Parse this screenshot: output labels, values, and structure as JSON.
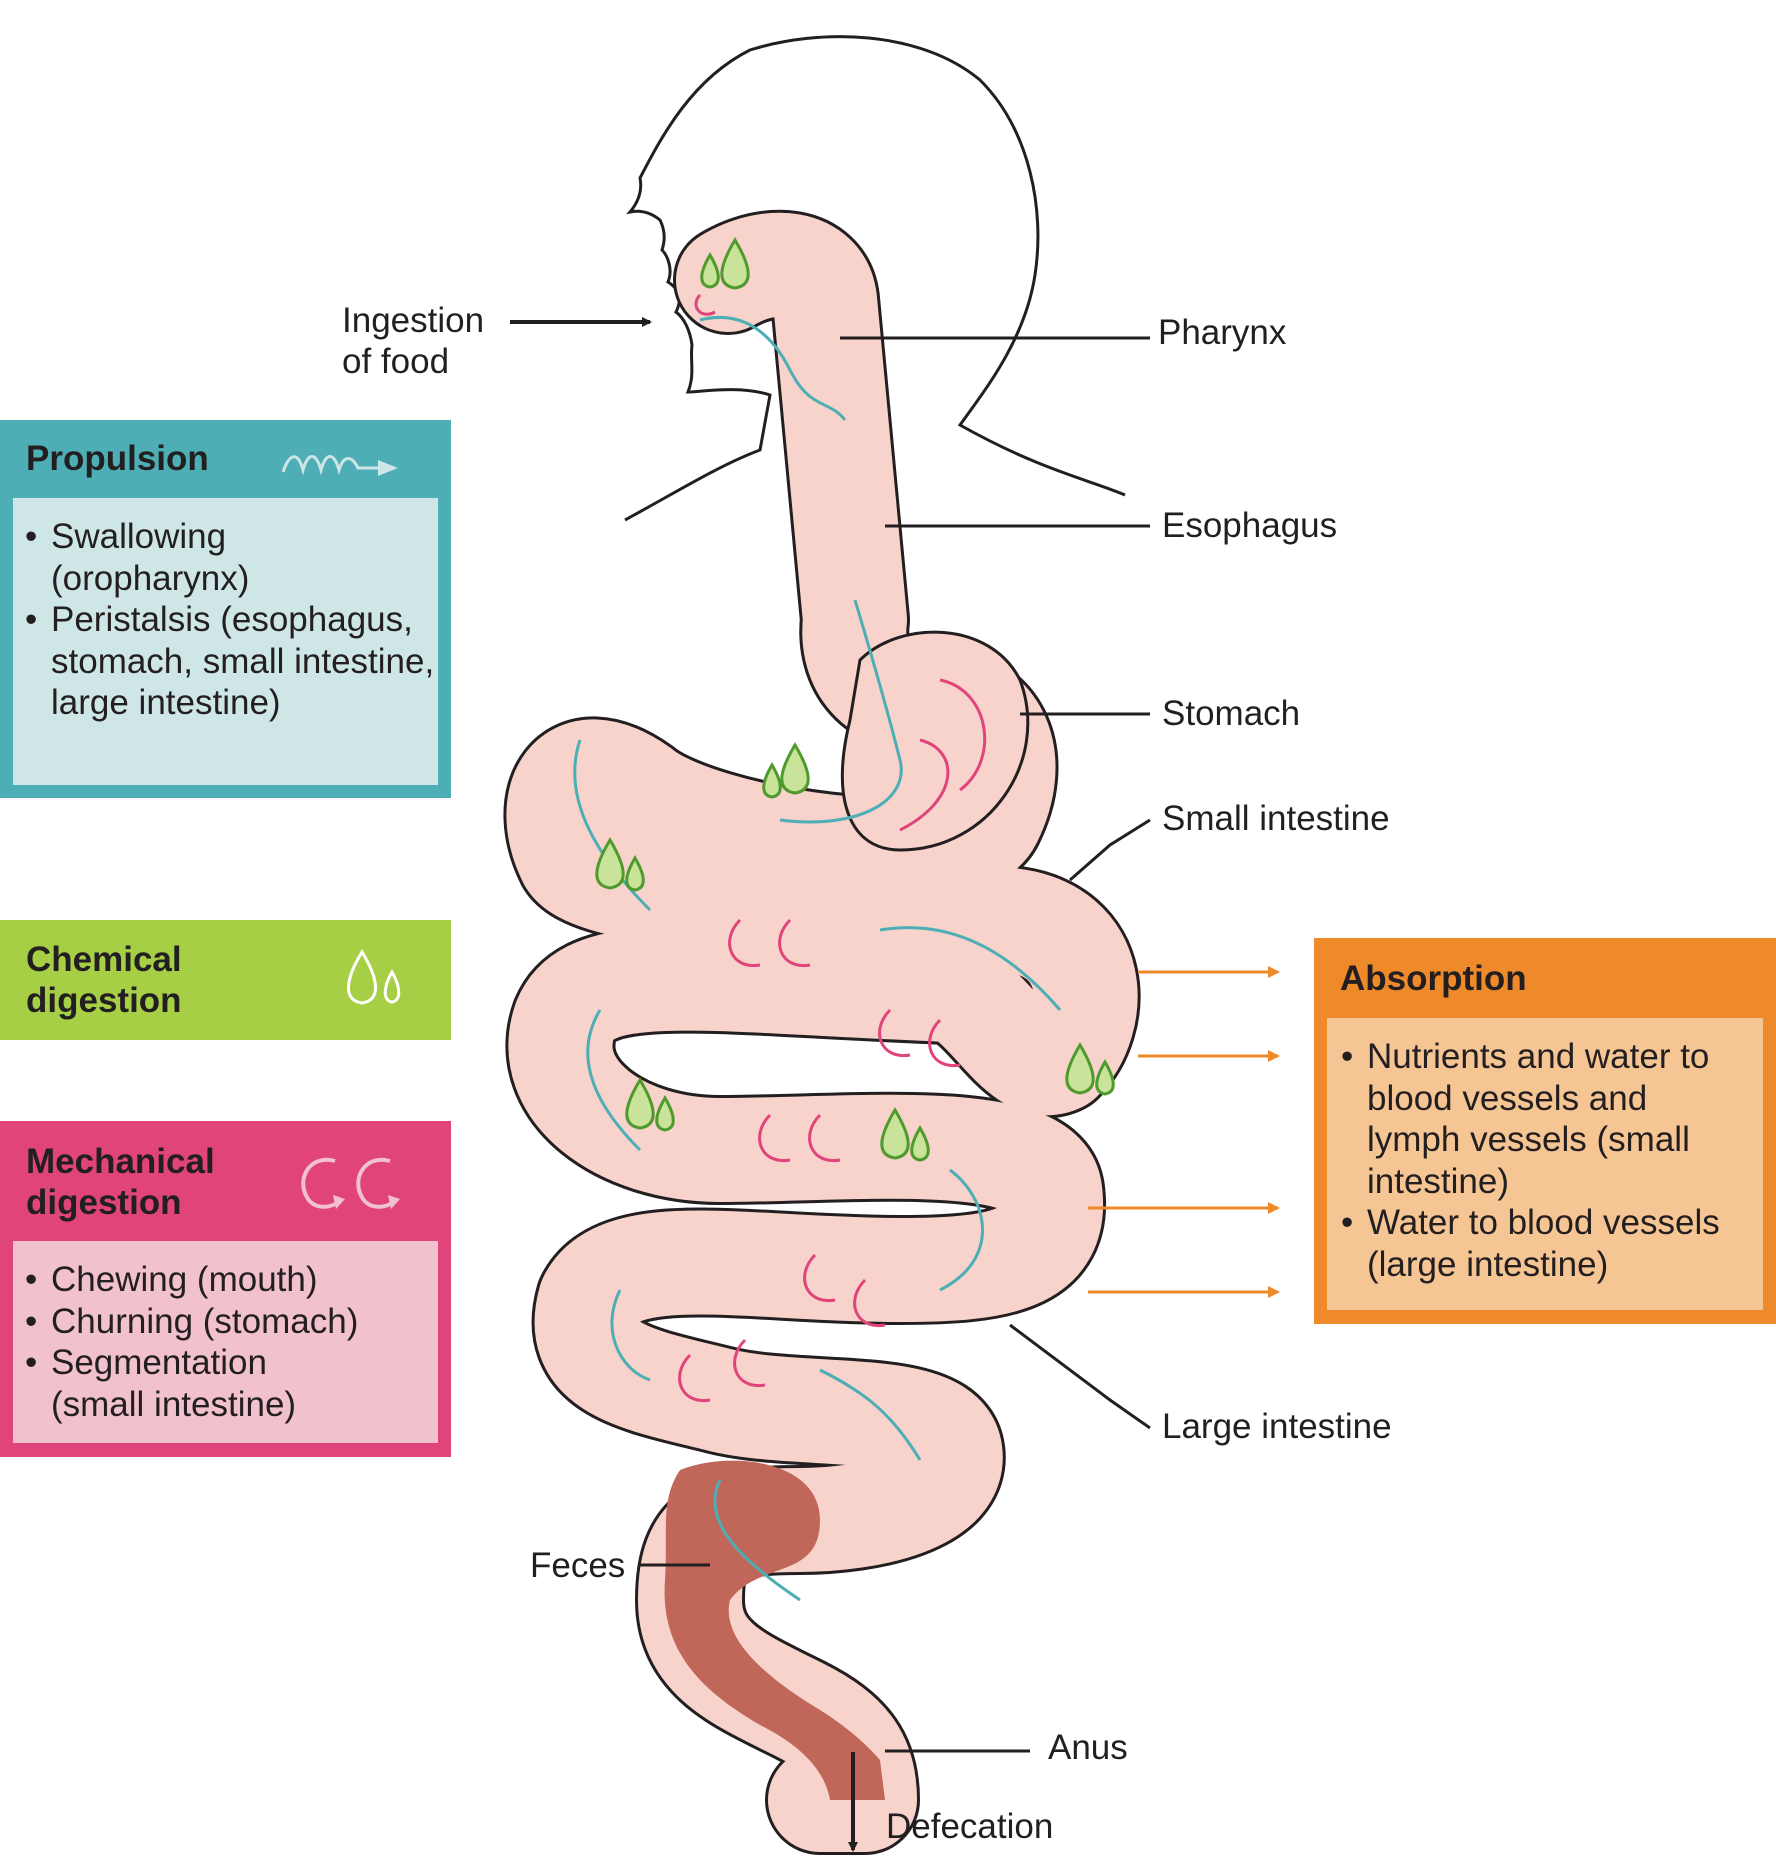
{
  "colors": {
    "propulsion": "#4daeb5",
    "propulsion_light": "#cfe6e7",
    "chemical": "#a6cf45",
    "mechanical": "#e0447a",
    "mechanical_light": "#f2c1ce",
    "absorption": "#ef8a2b",
    "absorption_light": "#f6c594",
    "tract_fill": "#f7d3cc",
    "feces": "#c0675a"
  },
  "legend": {
    "propulsion": {
      "title": "Propulsion",
      "icon": "wave-arrow-icon",
      "items": [
        "Swallowing (oropharynx)",
        "Peristalsis (esophagus, stomach, small intestine, large intestine)"
      ]
    },
    "chemical": {
      "title": "Chemical digestion",
      "icon": "enzyme-drops-icon"
    },
    "mechanical": {
      "title": "Mechanical digestion",
      "icon": "churning-arrows-icon",
      "items": [
        "Chewing (mouth)",
        "Churning (stomach)",
        "Segmentation (small intestine)"
      ]
    }
  },
  "absorption": {
    "title": "Absorption",
    "items": [
      "Nutrients and water to blood vessels and lymph vessels (small intestine)",
      "Water to blood vessels (large intestine)"
    ]
  },
  "labels": {
    "ingestion": "Ingestion of food",
    "pharynx": "Pharynx",
    "esophagus": "Esophagus",
    "stomach": "Stomach",
    "small_intestine": "Small intestine",
    "large_intestine": "Large intestine",
    "feces": "Feces",
    "anus": "Anus",
    "defecation": "Defecation"
  }
}
